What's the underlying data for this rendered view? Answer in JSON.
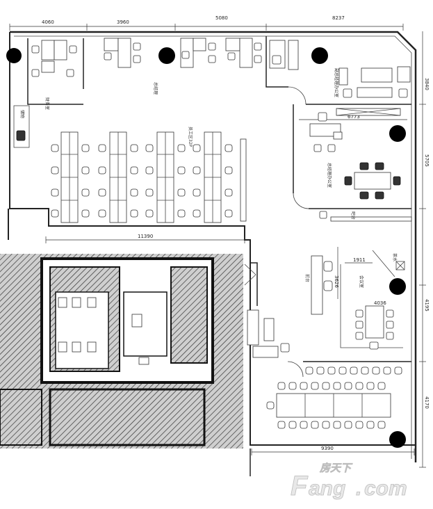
{
  "dimensions": {
    "top": [
      "4060",
      "3960",
      "5080",
      "8237"
    ],
    "right": [
      "3840",
      "5705",
      "4195",
      "4170"
    ],
    "mid": "11390",
    "room_a": "6773",
    "room_b": "1911",
    "room_c": "3626",
    "room_d": "4036",
    "bottom": "9390"
  },
  "room_labels": {
    "finance": "财务室",
    "manager": "总经理",
    "staff": "员工区32P",
    "vice_office": "副总经理办公室",
    "gm_office": "总经理办公室",
    "meeting": "会议室",
    "pantry": "茶水",
    "reception": "前台",
    "storage": "储物",
    "bar": "吧台"
  },
  "watermark": {
    "cn": "房天下",
    "brand_f": "F",
    "brand_rest": "ang",
    "brand_dot": ".",
    "brand_com": "com"
  },
  "colors": {
    "line": "#222222",
    "hatch": "#333333",
    "column": "#000000",
    "watermark": "#e8e8e8",
    "watermark_stroke": "#bdbdbd"
  }
}
